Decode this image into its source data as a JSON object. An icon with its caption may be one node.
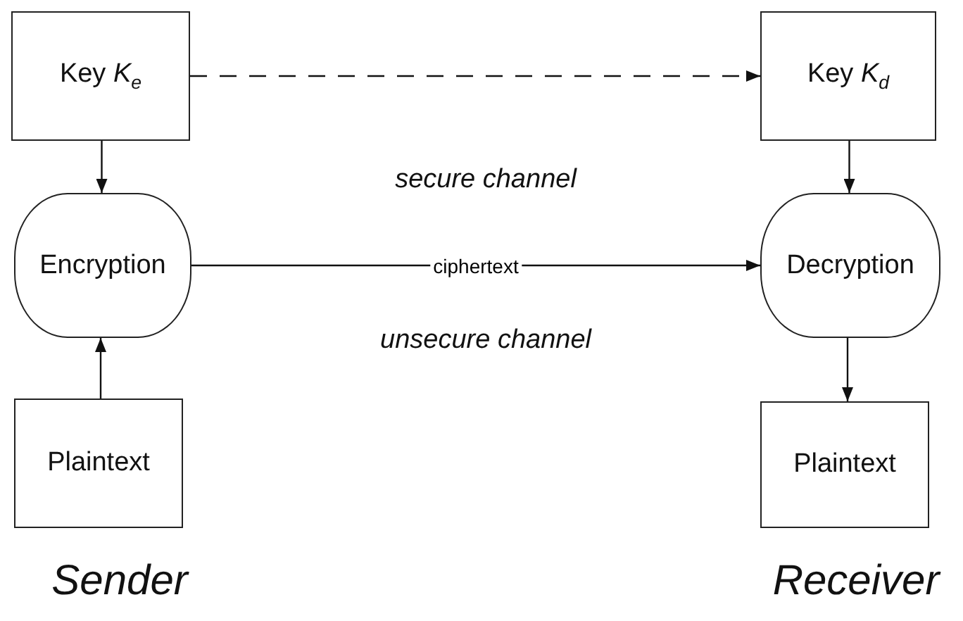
{
  "diagram": {
    "nodes": [
      {
        "text": [
          "Key *K*$_{e}$"
        ]
      },
      {
        "text": [
          "Encryption"
        ]
      },
      {
        "text": [
          "Plaintext"
        ]
      },
      {
        "text": [
          "Key *K*$_{d}$"
        ]
      },
      {
        "text": [
          "Decryption"
        ]
      },
      {
        "text": [
          "Plaintext"
        ]
      }
    ],
    "edges": [
      {
        "from": 0,
        "to": 3,
        "arrow": "to",
        "style": "dashed"
      },
      {
        "from": 0,
        "to": 1,
        "arrow": "to"
      },
      {
        "from": 2,
        "to": 1,
        "arrow": "to"
      },
      {
        "from": 1,
        "to": 4,
        "arrow": "to",
        "label": "ciphertext"
      },
      {
        "from": 3,
        "to": 4,
        "arrow": "to"
      },
      {
        "from": 4,
        "to": 5,
        "arrow": "to"
      }
    ],
    "labels": [
      "secure channel",
      "unsecure channel",
      "Sender",
      "Receiver"
    ]
  }
}
